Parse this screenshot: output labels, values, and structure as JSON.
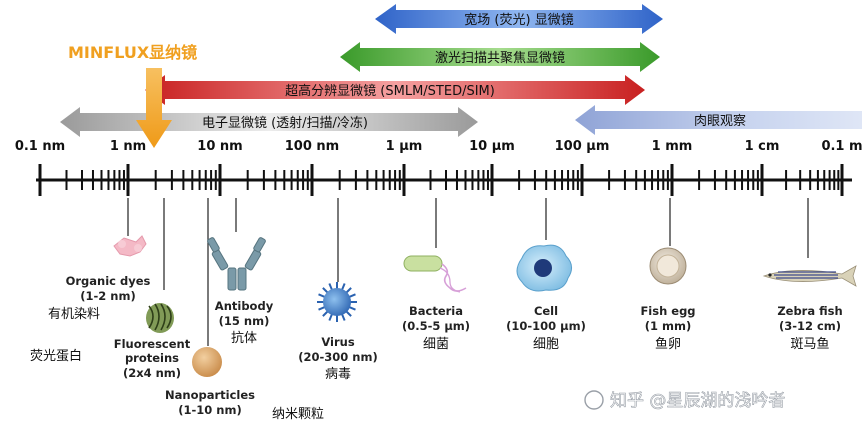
{
  "colors": {
    "widefield": "#4a7fd4",
    "confocal": "#4fae3c",
    "superres": "#d83030",
    "electron": "#b9b9b9",
    "nakedeye": "#9aaed8",
    "minflux": "#f0a020"
  },
  "arrows": {
    "widefield": "宽场 (荧光) 显微镜",
    "confocal": "激光扫描共聚焦显微镜",
    "superres": "超高分辨显微镜 (SMLM/STED/SIM)",
    "electron": "电子显微镜 (透射/扫描/冷冻)",
    "nakedeye": "肉眼观察"
  },
  "minflux_label": "MINFLUX显纳镜",
  "scale_labels": [
    "0.1 nm",
    "1 nm",
    "10 nm",
    "100 nm",
    "1 μm",
    "10 μm",
    "100 μm",
    "1 mm",
    "1 cm",
    "0.1 m"
  ],
  "objects": {
    "organic_dyes": {
      "en": "Organic dyes",
      "size": "(1-2 nm)",
      "zh": "有机染料",
      "icon": "dye-molecule-icon"
    },
    "fluorescent": {
      "en1": "Fluorescent",
      "en2": "proteins",
      "size": "(2x4 nm)",
      "zh": "荧光蛋白",
      "icon": "protein-icon"
    },
    "nanoparticles": {
      "en": "Nanoparticles",
      "size": "(1-10 nm)",
      "zh": "纳米颗粒",
      "icon": "nanoparticle-icon"
    },
    "antibody": {
      "en": "Antibody",
      "size": "(15 nm)",
      "zh": "抗体",
      "icon": "antibody-icon"
    },
    "virus": {
      "en": "Virus",
      "size": "(20-300 nm)",
      "zh": "病毒",
      "icon": "virus-icon"
    },
    "bacteria": {
      "en": "Bacteria",
      "size": "(0.5-5 μm)",
      "zh": "细菌",
      "icon": "bacteria-icon"
    },
    "cell": {
      "en": "Cell",
      "size": "(10-100 μm)",
      "zh": "细胞",
      "icon": "cell-icon"
    },
    "fish_egg": {
      "en": "Fish egg",
      "size": "(1 mm)",
      "zh": "鱼卵",
      "icon": "fish-egg-icon"
    },
    "zebra_fish": {
      "en": "Zebra fish",
      "size": "(3-12 cm)",
      "zh": "斑马鱼",
      "icon": "zebra-fish-icon"
    }
  },
  "watermark": "知乎 @星辰湖的浅吟者"
}
